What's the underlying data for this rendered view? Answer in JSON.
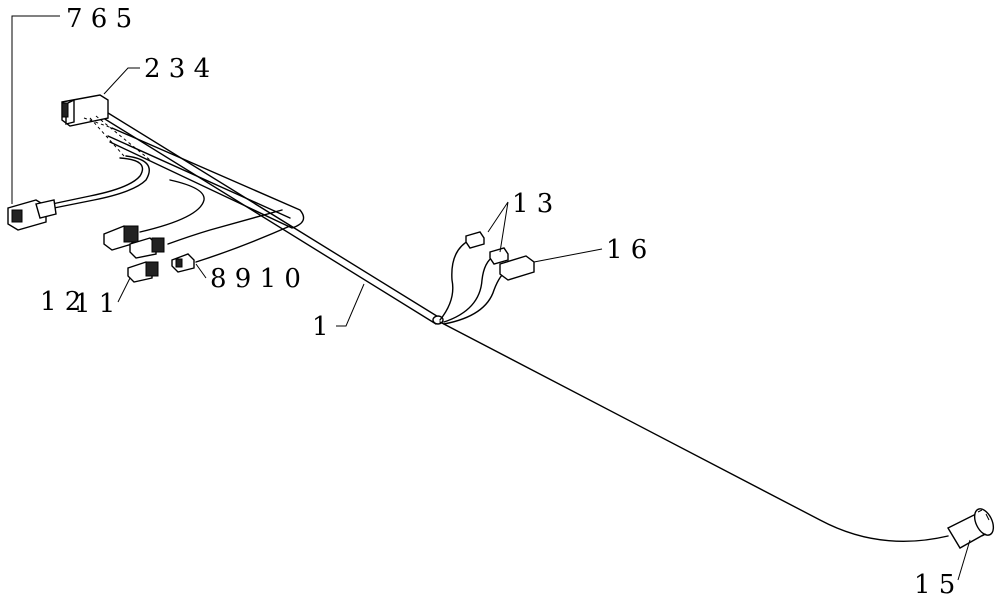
{
  "labels": {
    "l765": "7 6 5",
    "l234": "2 3 4",
    "l13": "1 3",
    "l16": "1 6",
    "l8910": "8 9 1 0",
    "l1211a": "1 2",
    "l1211b": "1 1",
    "l1": "1",
    "l15": "1 5"
  }
}
